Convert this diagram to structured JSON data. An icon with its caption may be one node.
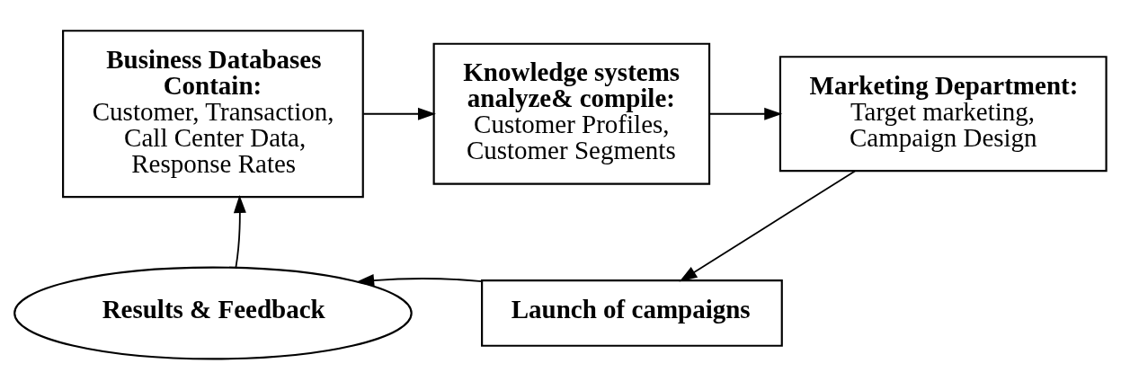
{
  "diagram": {
    "nodes": [
      {
        "text": [
          "Business Databases Contain:",
          "Customer, Transaction, Call Center Data, Response Rates"
        ]
      },
      {
        "text": [
          "Knowledge systems analyze& compile:",
          "Customer Profiles, Customer Segments"
        ]
      },
      {
        "text": [
          "Marketing Department:",
          "Target marketing, Campaign Design"
        ]
      },
      {
        "text": [
          "Launch of campaigns"
        ]
      },
      {
        "text": [
          "Results & Feedback"
        ]
      }
    ],
    "edges": [
      {
        "from": 0,
        "to": 1,
        "arrow": "to"
      },
      {
        "from": 1,
        "to": 2,
        "arrow": "to"
      },
      {
        "from": 2,
        "to": 3,
        "arrow": "to"
      },
      {
        "from": 3,
        "to": 4,
        "arrow": "to"
      },
      {
        "from": 4,
        "to": 0,
        "arrow": "to"
      }
    ]
  }
}
